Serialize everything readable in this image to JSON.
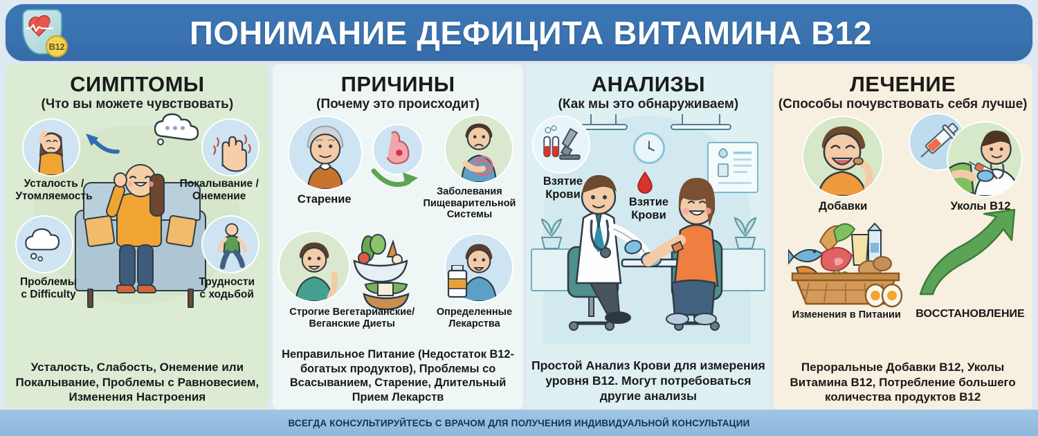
{
  "header": {
    "title": "ПОНИМАНИЕ ДЕФИЦИТА ВИТАМИНА B12",
    "badge_label": "B12",
    "badge_icon": "shield-heart-icon"
  },
  "columns": [
    {
      "id": "symptoms",
      "title": "СИМПТОМЫ",
      "subtitle": "(Что вы можете чувствовать)",
      "bg_color": "#dcebd4",
      "captions": [
        {
          "name": "fatigue",
          "text": "Усталость /\nУтомляемость",
          "icon": "tired-woman-icon"
        },
        {
          "name": "tingling",
          "text": "Покалывание /\nОнемение",
          "icon": "tingling-hand-icon"
        },
        {
          "name": "memory",
          "text": "Проблемы\nс Difficulty",
          "icon": "thought-cloud-icon"
        },
        {
          "name": "walking",
          "text": "Трудности\nс ходьбой",
          "icon": "walking-person-icon"
        }
      ],
      "footer": "Усталость, Слабость, Онемение или Покалывание, Проблемы с Равновесием, Изменения Настроения"
    },
    {
      "id": "causes",
      "title": "ПРИЧИНЫ",
      "subtitle": "(Почему это происходит)",
      "bg_color": "#eff6f6",
      "captions": [
        {
          "name": "aging",
          "text": "Старение",
          "icon": "elderly-man-icon"
        },
        {
          "name": "digestive",
          "text": "Заболевания\nПищеварительной\nСистемы",
          "icon": "stomach-icon"
        },
        {
          "name": "vegan-diet",
          "text": "Строгие Вегетарианские/\nВеганские Диеты",
          "icon": "vegetable-bowl-icon"
        },
        {
          "name": "medications",
          "text": "Определенные\nЛекарства",
          "icon": "pill-bottle-icon"
        }
      ],
      "footer": "Неправильное Питание (Недостаток B12-богатых продуктов), Проблемы со Всасыванием, Старение, Длительный Прием Лекарств"
    },
    {
      "id": "tests",
      "title": "АНАЛИЗЫ",
      "subtitle": "(Как мы это обнаруживаем)",
      "bg_color": "#dff0f3",
      "captions": [
        {
          "name": "blood-draw-lab",
          "text": "Взятие\nКрови",
          "icon": "test-tubes-microscope-icon"
        },
        {
          "name": "blood-draw-patient",
          "text": "Взятие\nКрови",
          "icon": "blood-drop-icon"
        }
      ],
      "footer": "Простой Анализ Крови для измерения уровня B12. Могут потребоваться другие анализы"
    },
    {
      "id": "treatment",
      "title": "ЛЕЧЕНИЕ",
      "subtitle": "(Способы почувствовать себя лучше)",
      "bg_color": "#f7efdf",
      "captions": [
        {
          "name": "supplements",
          "text": "Добавки",
          "icon": "man-taking-pill-icon"
        },
        {
          "name": "injections",
          "text": "Уколы B12",
          "icon": "syringe-icon"
        },
        {
          "name": "diet-changes",
          "text": "Изменения в Питании",
          "icon": "food-basket-icon"
        },
        {
          "name": "recovery",
          "text": "ВОССТАНОВЛЕНИЕ",
          "icon": "up-arrow-icon"
        }
      ],
      "footer": "Пероральные Добавки B12, Уколы Витамина B12, Потребление большего количества продуктов B12"
    }
  ],
  "footer": {
    "disclaimer": "ВСЕГДА КОНСУЛЬТИРУЙТЕСЬ С ВРАЧОМ ДЛЯ ПОЛУЧЕНИЯ ИНДИВИДУАЛЬНОЙ КОНСУЛЬТАЦИИ"
  },
  "colors": {
    "header_blue": "#3a74b4",
    "footer_blue": "#9fc5e3",
    "col1_green": "#dcebd4",
    "col2_mint": "#eff6f6",
    "col3_cyan": "#dff0f3",
    "col4_cream": "#f7efdf",
    "accent_orange": "#ef9a3d",
    "accent_red": "#e0342c",
    "accent_green": "#5ba455"
  }
}
